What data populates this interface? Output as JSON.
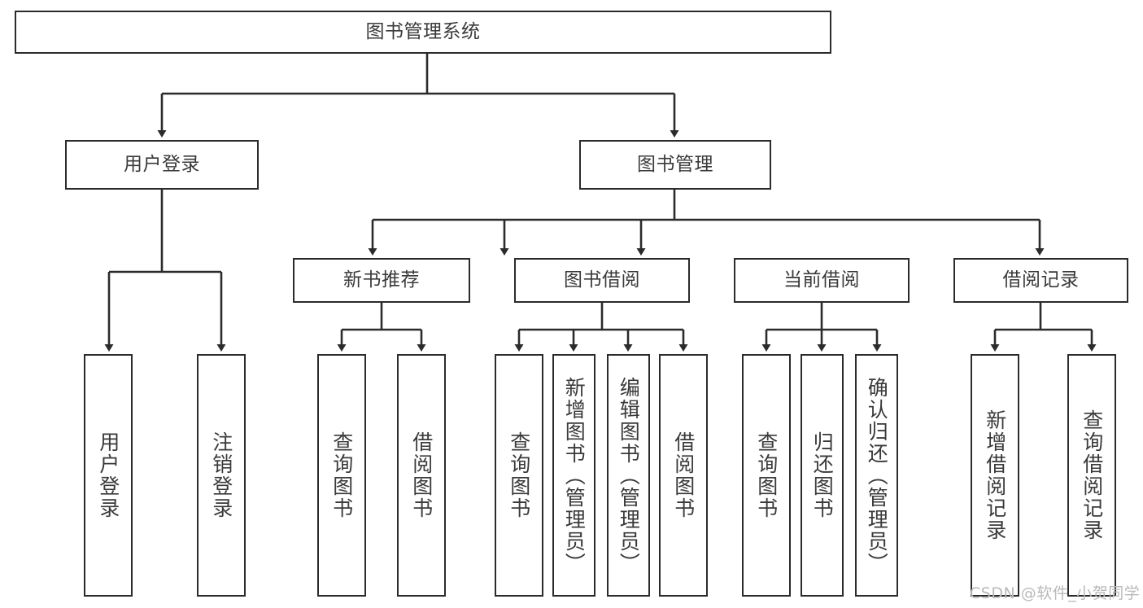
{
  "diagram": {
    "title": "图书管理系统",
    "type": "tree-hierarchy",
    "watermark": "CSDN @软件_小贺同学",
    "colors": {
      "stroke": "#2b2b2b",
      "text": "#3a3a3a",
      "background": "#ffffff",
      "watermark": "#b9b9b9"
    },
    "root": {
      "label": "图书管理系统"
    },
    "level1": [
      {
        "id": "user-login",
        "label": "用户登录"
      },
      {
        "id": "book-manage",
        "label": "图书管理"
      }
    ],
    "level2": [
      {
        "id": "new-book-recommend",
        "label": "新书推荐"
      },
      {
        "id": "book-borrow",
        "label": "图书借阅"
      },
      {
        "id": "current-borrow",
        "label": "当前借阅"
      },
      {
        "id": "borrow-record",
        "label": "借阅记录"
      }
    ],
    "leaves": {
      "user-login": [
        {
          "id": "leaf-user-login",
          "label": "用户登录"
        },
        {
          "id": "leaf-logout-login",
          "label": "注销登录"
        }
      ],
      "new-book-recommend": [
        {
          "id": "leaf-query-book-1",
          "label": "查询图书"
        },
        {
          "id": "leaf-borrow-book-1",
          "label": "借阅图书"
        }
      ],
      "book-borrow": [
        {
          "id": "leaf-query-book-2",
          "label": "查询图书"
        },
        {
          "id": "leaf-add-book",
          "label": "新增图书（管理员）"
        },
        {
          "id": "leaf-edit-book",
          "label": "编辑图书（管理员）"
        },
        {
          "id": "leaf-borrow-book-2",
          "label": "借阅图书"
        }
      ],
      "current-borrow": [
        {
          "id": "leaf-query-book-3",
          "label": "查询图书"
        },
        {
          "id": "leaf-return-book",
          "label": "归还图书"
        },
        {
          "id": "leaf-confirm-return",
          "label": "确认归还（管理员）"
        }
      ],
      "borrow-record": [
        {
          "id": "leaf-add-record",
          "label": "新增借阅记录"
        },
        {
          "id": "leaf-query-record",
          "label": "查询借阅记录"
        }
      ]
    }
  }
}
